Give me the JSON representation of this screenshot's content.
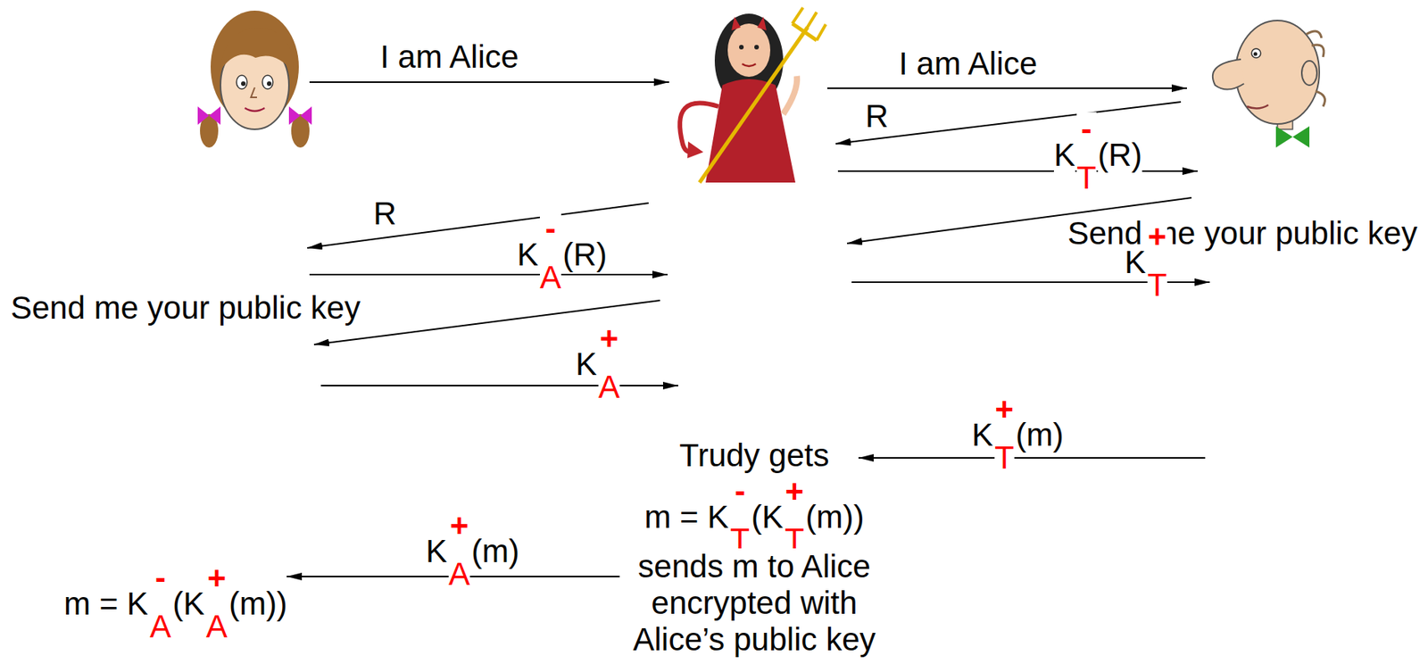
{
  "diagram": {
    "labels": [
      "I am Alice",
      "I am Alice",
      "R",
      "K",
      "-",
      "T",
      "(R)",
      "Send me your public key",
      "R",
      "K",
      "-",
      "A",
      "(R)",
      "K",
      "+",
      "T",
      "Send me your public key",
      "K",
      "+",
      "A",
      "K",
      "+",
      "T",
      "(m)",
      "Trudy gets",
      "m = K",
      "-",
      "T",
      "(K",
      "+",
      "T",
      "(m))",
      "sends m to Alice",
      "encrypted with",
      "Alice’s public key",
      "K",
      "+",
      "A",
      "(m)",
      "m = K",
      "-",
      "A",
      "(K",
      "+",
      "A",
      "(m))"
    ]
  }
}
